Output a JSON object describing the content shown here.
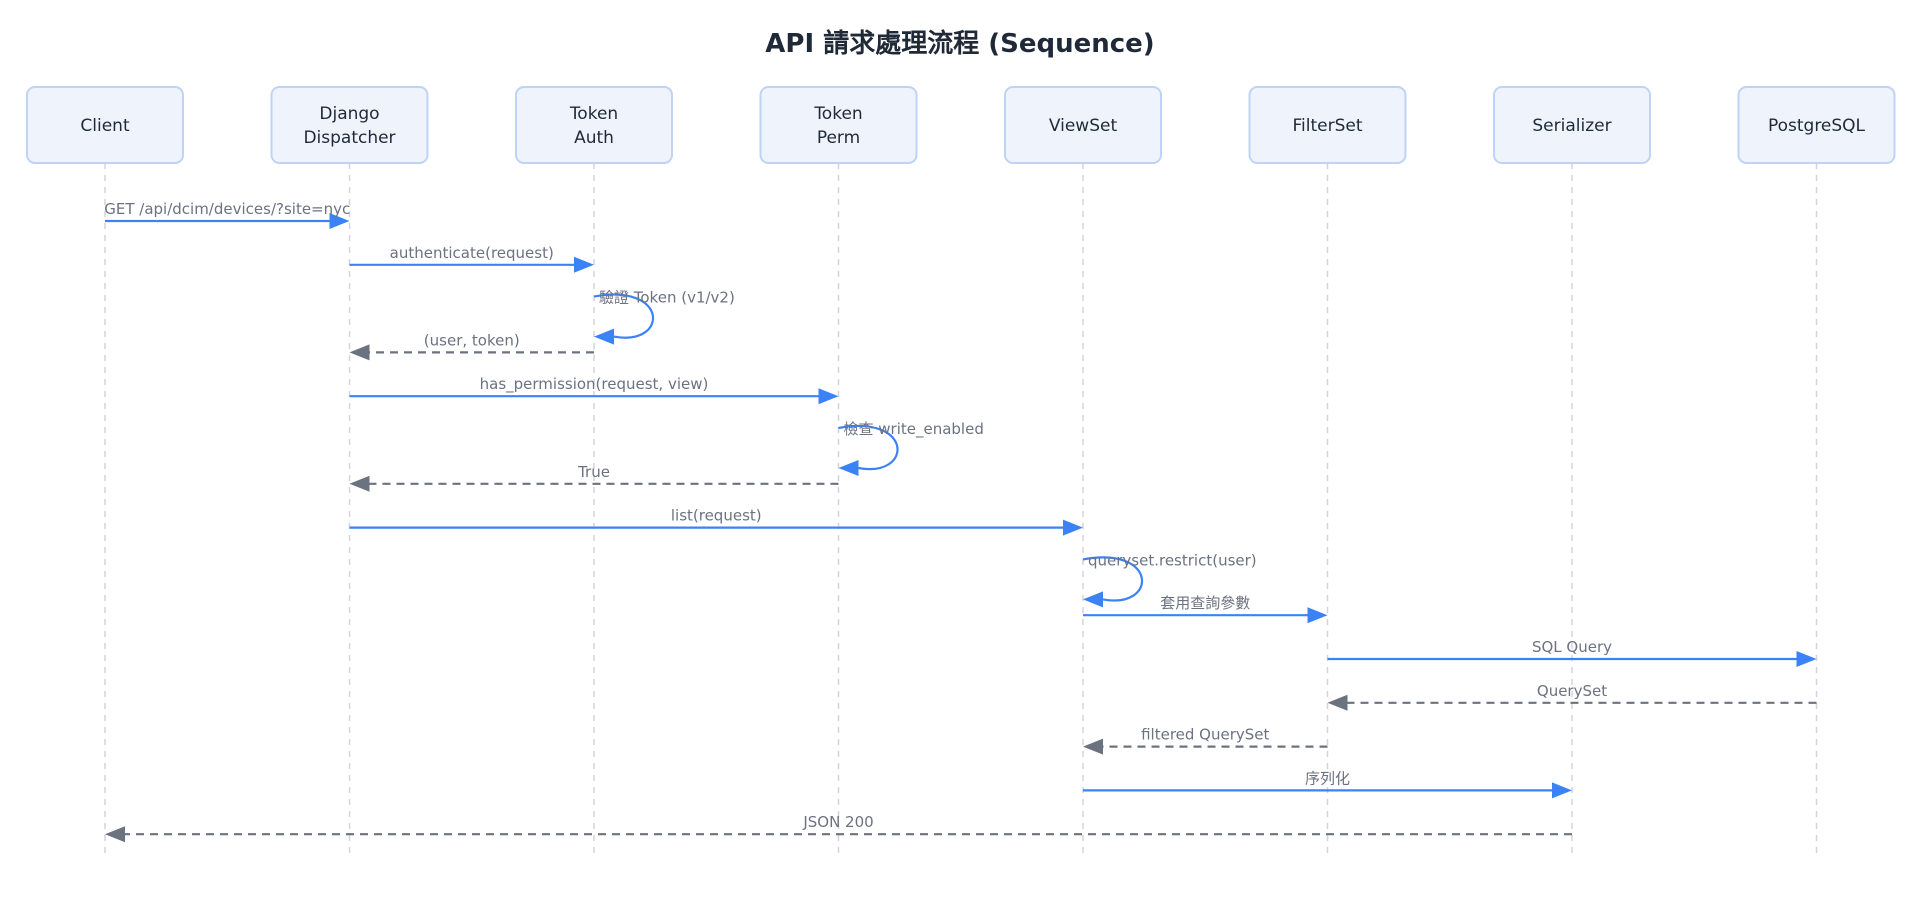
{
  "title": "API 請求處理流程 (Sequence)",
  "colors": {
    "background": "#ffffff",
    "actor_fill": "#eef3fc",
    "actor_border": "#bfd3f5",
    "sync_arrow": "#3b82f6",
    "reply_arrow": "#6b7280",
    "label_text": "#6b7280",
    "lifeline": "#d1d5db"
  },
  "actors": [
    {
      "id": "client",
      "lines": [
        "Client"
      ]
    },
    {
      "id": "dispatcher",
      "lines": [
        "Django",
        "Dispatcher"
      ]
    },
    {
      "id": "auth",
      "lines": [
        "Token",
        "Auth"
      ]
    },
    {
      "id": "perm",
      "lines": [
        "Token",
        "Perm"
      ]
    },
    {
      "id": "viewset",
      "lines": [
        "ViewSet"
      ]
    },
    {
      "id": "filterset",
      "lines": [
        "FilterSet"
      ]
    },
    {
      "id": "serializer",
      "lines": [
        "Serializer"
      ]
    },
    {
      "id": "postgres",
      "lines": [
        "PostgreSQL"
      ]
    }
  ],
  "messages": [
    {
      "from": 0,
      "to": 1,
      "label": "GET /api/dcim/devices/?site=nyc",
      "style": "sync"
    },
    {
      "from": 1,
      "to": 2,
      "label": "authenticate(request)",
      "style": "sync"
    },
    {
      "from": 2,
      "to": 2,
      "label": "驗證 Token (v1/v2)",
      "style": "self"
    },
    {
      "from": 2,
      "to": 1,
      "label": "(user, token)",
      "style": "reply"
    },
    {
      "from": 1,
      "to": 3,
      "label": "has_permission(request, view)",
      "style": "sync"
    },
    {
      "from": 3,
      "to": 3,
      "label": "檢查 write_enabled",
      "style": "self"
    },
    {
      "from": 3,
      "to": 1,
      "label": "True",
      "style": "reply"
    },
    {
      "from": 1,
      "to": 4,
      "label": "list(request)",
      "style": "sync"
    },
    {
      "from": 4,
      "to": 4,
      "label": "queryset.restrict(user)",
      "style": "self"
    },
    {
      "from": 4,
      "to": 5,
      "label": "套用查詢參數",
      "style": "sync"
    },
    {
      "from": 5,
      "to": 7,
      "label": "SQL Query",
      "style": "sync"
    },
    {
      "from": 7,
      "to": 5,
      "label": "QuerySet",
      "style": "reply"
    },
    {
      "from": 5,
      "to": 4,
      "label": "filtered QuerySet",
      "style": "reply"
    },
    {
      "from": 4,
      "to": 6,
      "label": "序列化",
      "style": "sync"
    },
    {
      "from": 6,
      "to": 0,
      "label": "JSON 200",
      "style": "reply"
    }
  ]
}
